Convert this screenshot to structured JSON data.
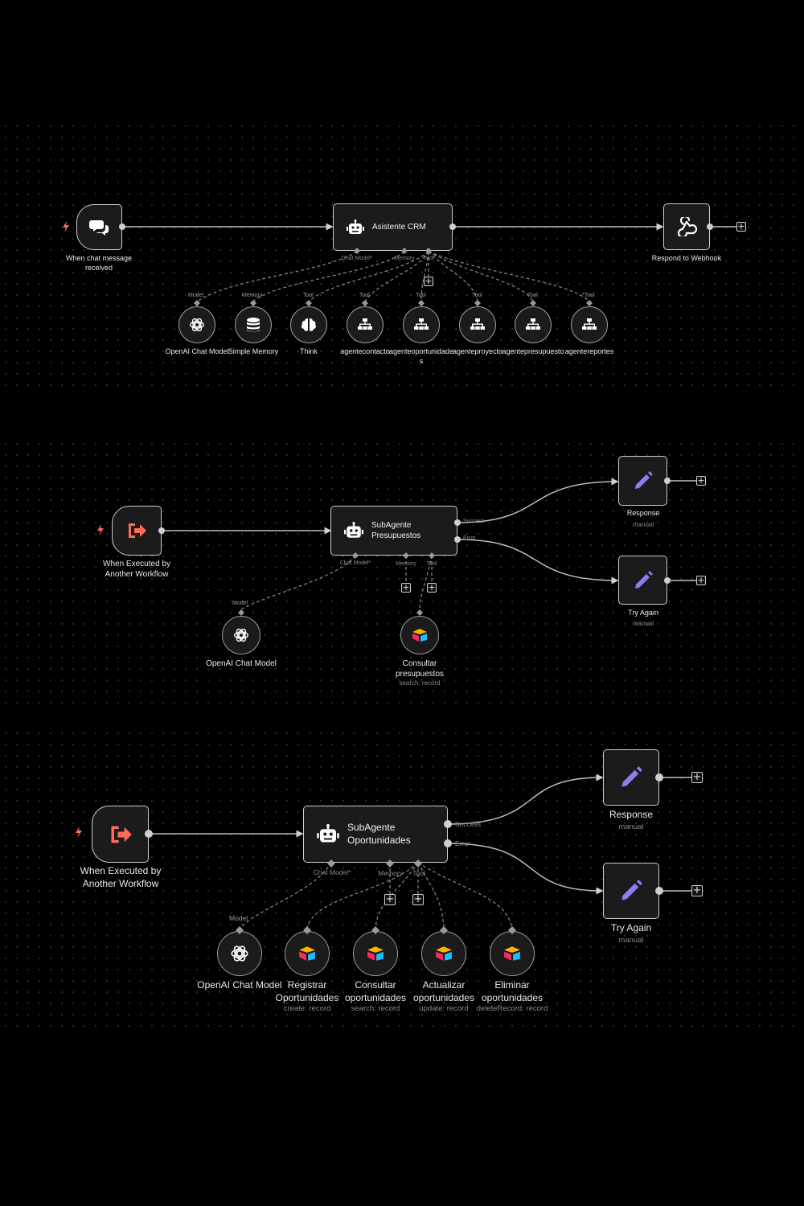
{
  "workflow1": {
    "trigger_label": "When chat message\nreceived",
    "agent_title": "Asistente CRM",
    "webhook_label": "Respond to Webhook",
    "ports": {
      "chat_model": "Chat Model*",
      "memory": "Memory",
      "tool": "Tool"
    },
    "subnodes": [
      {
        "type": "Model",
        "label": "OpenAI Chat Model",
        "icon": "openai-icon"
      },
      {
        "type": "Memory",
        "label": "Simple Memory",
        "icon": "database-icon"
      },
      {
        "type": "Tool",
        "label": "Think",
        "icon": "brain-icon"
      },
      {
        "type": "Tool",
        "label": "agentecontacto",
        "icon": "sitemap-icon"
      },
      {
        "type": "Tool",
        "label": "agenteoportunidade\ns",
        "icon": "sitemap-icon"
      },
      {
        "type": "Tool",
        "label": "agenteproyecto",
        "icon": "sitemap-icon"
      },
      {
        "type": "Tool",
        "label": "agentepresupuesto",
        "icon": "sitemap-icon"
      },
      {
        "type": "*Tool",
        "label": "agentereportes",
        "icon": "sitemap-icon"
      }
    ]
  },
  "workflow2": {
    "trigger_label": "When Executed by\nAnother Workflow",
    "agent_title": "SubAgente\nPresupuestos",
    "ports": {
      "chat_model": "Chat Model*",
      "memory": "Memory",
      "tool": "Tool",
      "success": "Success",
      "error": "Error"
    },
    "response": {
      "label": "Response",
      "sub": "manual"
    },
    "try_again": {
      "label": "Try Again",
      "sub": "manual"
    },
    "model": {
      "type": "Model",
      "label": "OpenAI Chat Model"
    },
    "tool": {
      "label": "Consultar\npresupuestos",
      "sub": "search: record"
    }
  },
  "workflow3": {
    "trigger_label": "When Executed by\nAnother Workflow",
    "agent_title": "SubAgente\nOportunidades",
    "ports": {
      "chat_model": "Chat Model*",
      "memory": "Memory",
      "tool": "Tool",
      "success": "Success",
      "error": "Error"
    },
    "response": {
      "label": "Response",
      "sub": "manual"
    },
    "try_again": {
      "label": "Try Again",
      "sub": "manual"
    },
    "model": {
      "type": "Model",
      "label": "OpenAI Chat Model"
    },
    "tools": [
      {
        "label": "Registrar\nOportunidades",
        "sub": "create: record"
      },
      {
        "label": "Consultar\noportunidades",
        "sub": "search: record"
      },
      {
        "label": "Actualizar\noportunidades",
        "sub": "update: record"
      },
      {
        "label": "Eliminar\noportunidades",
        "sub": "deleteRecord: record"
      }
    ]
  },
  "colors": {
    "trigger_accent": "#ff6d5a",
    "edit_accent": "#8b7ff0",
    "background": "#000000"
  }
}
